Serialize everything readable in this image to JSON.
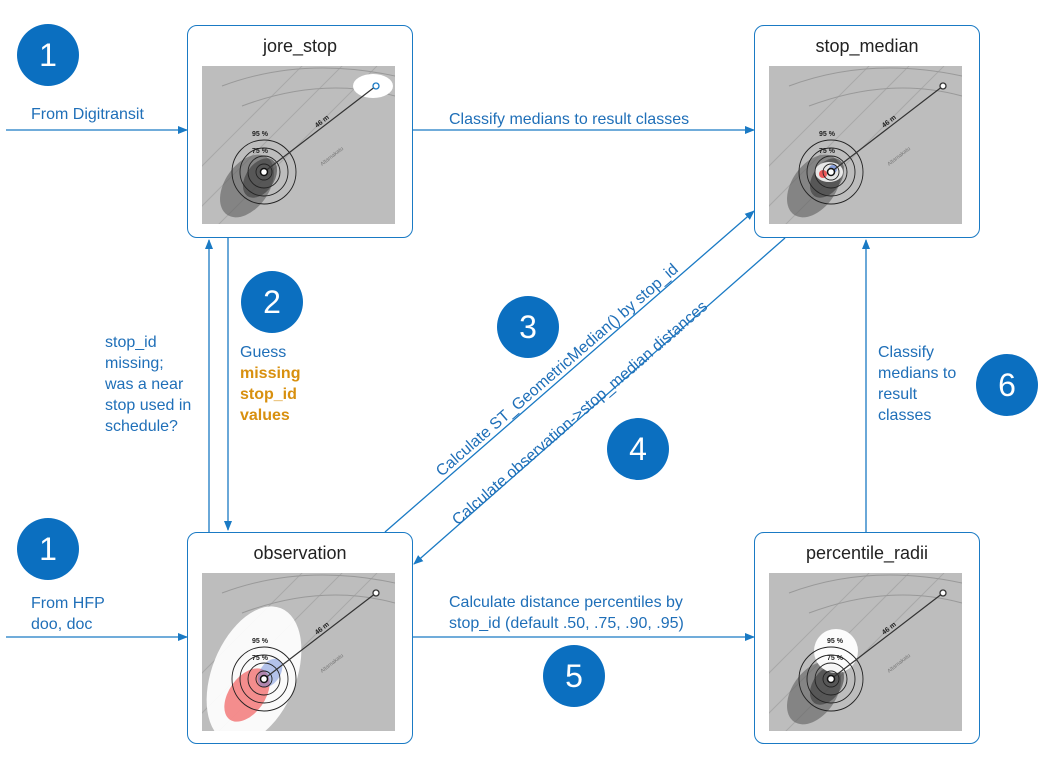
{
  "nodes": {
    "jore_stop": "jore_stop",
    "stop_median": "stop_median",
    "observation": "observation",
    "percentile_radii": "percentile_radii"
  },
  "badges": {
    "step1_top": "1",
    "step1_bottom": "1",
    "step2": "2",
    "step3": "3",
    "step4": "4",
    "step5": "5",
    "step6": "6"
  },
  "edges": {
    "from_digitransit": "From Digitransit",
    "from_hfp_line1": "From HFP",
    "from_hfp_line2": "doo, doc",
    "classify_top": "Classify medians to result classes",
    "stop_id_missing": [
      "stop_id",
      "missing;",
      "was a near",
      "stop used in",
      "schedule?"
    ],
    "guess_line1": "Guess",
    "guess_highlight": [
      "missing",
      "stop_id",
      "values"
    ],
    "calc_median": "Calculate ST_GeometricMedian() by stop_id",
    "calc_distances": "Calculate observation->stop_median distances",
    "calc_percentiles_line1": "Calculate distance percentiles by",
    "calc_percentiles_line2": "stop_id (default .50, .75, .90, .95)",
    "classify_right": [
      "Classify",
      "medians to",
      "result",
      "classes"
    ]
  },
  "map": {
    "ring_95": "95 %",
    "ring_75": "75 %",
    "distance": "46 m",
    "street": "Altamakatu"
  },
  "colors": {
    "accent": "#1a7ac4",
    "badge": "#0b6fc0",
    "label": "#1f6fb8",
    "highlight": "#d8900f"
  }
}
